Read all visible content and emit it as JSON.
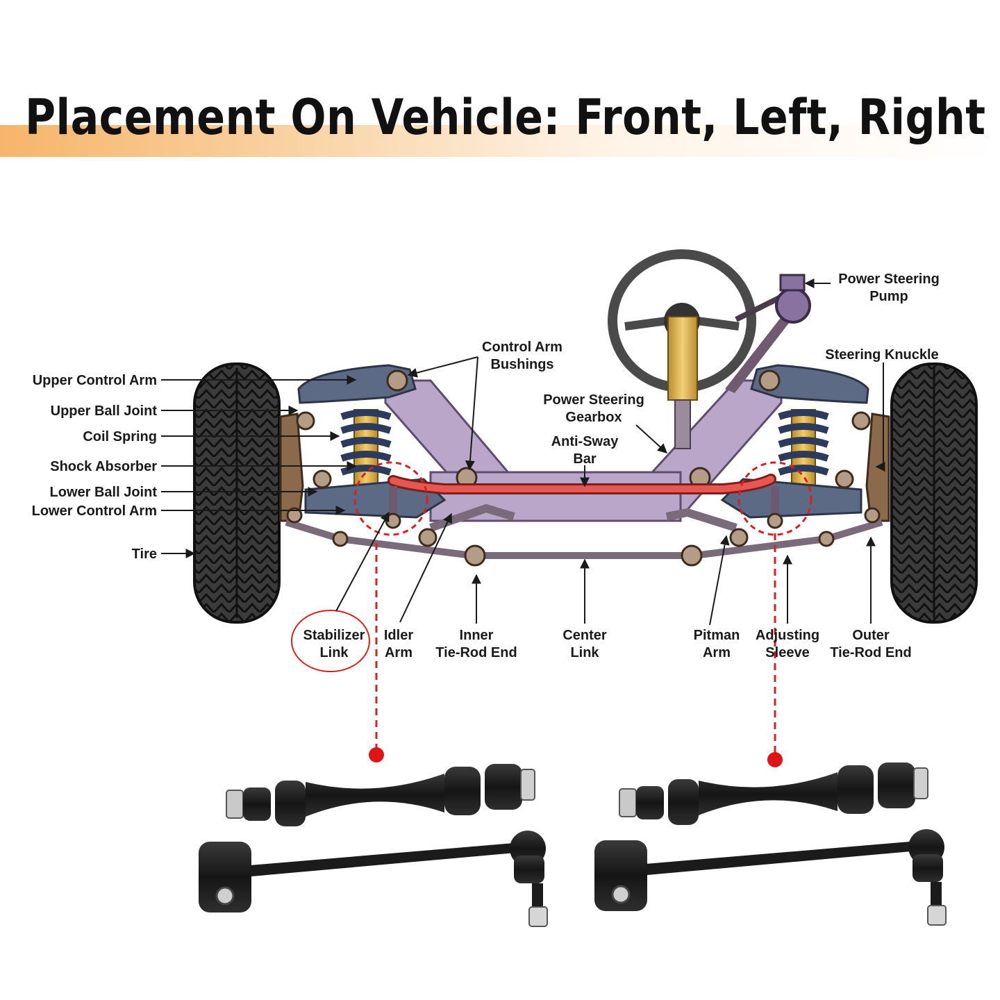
{
  "title": "Placement On Vehicle: Front, Left, Right",
  "colors": {
    "accent_band": "#f6b56a",
    "frame": "#b9a6c9",
    "control_arm": "#5d6a86",
    "anti_sway_bar": "#e8574f",
    "highlight_circle": "#d92020",
    "tire": "#3a3a3a",
    "knuckle": "#8a6a4a"
  },
  "labels": {
    "upper_control_arm": "Upper Control Arm",
    "upper_ball_joint": "Upper Ball Joint",
    "coil_spring": "Coil Spring",
    "shock_absorber": "Shock Absorber",
    "lower_ball_joint": "Lower Ball Joint",
    "lower_control_arm": "Lower Control Arm",
    "tire": "Tire",
    "control_arm_bushings": [
      "Control Arm",
      "Bushings"
    ],
    "power_steering_gearbox": [
      "Power Steering",
      "Gearbox"
    ],
    "anti_sway_bar": [
      "Anti-Sway",
      "Bar"
    ],
    "power_steering_pump": [
      "Power Steering",
      "Pump"
    ],
    "steering_knuckle": "Steering Knuckle",
    "stabilizer_link": [
      "Stabilizer",
      "Link"
    ],
    "idler_arm": [
      "Idler",
      "Arm"
    ],
    "inner_tie_rod_end": [
      "Inner",
      "Tie-Rod End"
    ],
    "center_link": [
      "Center",
      "Link"
    ],
    "pitman_arm": [
      "Pitman",
      "Arm"
    ],
    "adjusting_sleeve": [
      "Adjusting",
      "Sleeve"
    ],
    "outer_tie_rod_end": [
      "Outer",
      "Tie-Rod End"
    ]
  }
}
